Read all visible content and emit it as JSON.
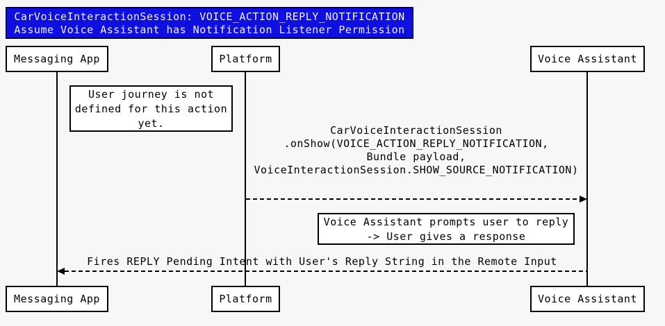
{
  "title": {
    "line1": "CarVoiceInteractionSession: VOICE_ACTION_REPLY_NOTIFICATION",
    "line2": "Assume Voice Assistant has Notification Listener Permission"
  },
  "actors": [
    {
      "label": "Messaging App"
    },
    {
      "label": "Platform"
    },
    {
      "label": "Voice Assistant"
    }
  ],
  "notes": [
    {
      "lines": [
        "User journey is not",
        "defined for this action",
        "yet."
      ]
    },
    {
      "lines": [
        "Voice Assistant prompts user to reply",
        "-> User gives a response"
      ]
    }
  ],
  "messages": [
    {
      "from": "Platform",
      "to": "Voice Assistant",
      "lines": [
        "CarVoiceInteractionSession",
        ".onShow(VOICE_ACTION_REPLY_NOTIFICATION,",
        "Bundle payload,",
        "VoiceInteractionSession.SHOW_SOURCE_NOTIFICATION)"
      ]
    },
    {
      "from": "Voice Assistant",
      "to": "Messaging App",
      "lines": [
        "Fires REPLY Pending Intent with User's Reply String in the Remote Input"
      ]
    }
  ],
  "colors": {
    "canvas_bg": "#f7f7f7",
    "box_bg": "#ffffff",
    "line_color": "#000000",
    "title_bg": "#0f0fe0",
    "title_text": "#f2f2ff"
  }
}
